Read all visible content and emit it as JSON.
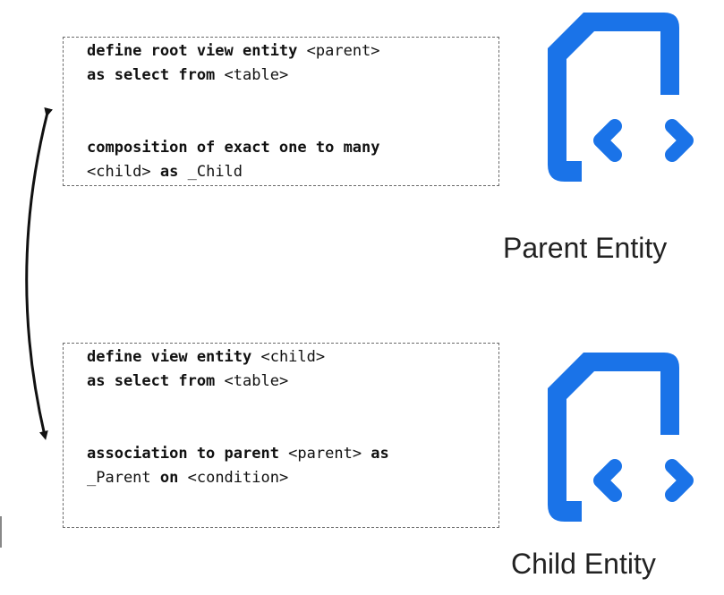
{
  "parent": {
    "code_lines": [
      [
        {
          "t": "define root view entity",
          "k": true
        },
        {
          "t": " <parent>",
          "k": false
        }
      ],
      [
        {
          "t": "as select from",
          "k": true
        },
        {
          "t": " <table>",
          "k": false
        }
      ],
      null,
      null,
      [
        {
          "t": "composition of exact one to many",
          "k": true
        }
      ],
      [
        {
          "t": "<child>",
          "k": false
        },
        {
          "t": " as",
          "k": true
        },
        {
          "t": " _Child",
          "k": false
        }
      ]
    ],
    "label": "Parent Entity",
    "icon": "code-file-icon"
  },
  "child": {
    "code_lines": [
      [
        {
          "t": "define view entity",
          "k": true
        },
        {
          "t": " <child>",
          "k": false
        }
      ],
      [
        {
          "t": "as select from",
          "k": true
        },
        {
          "t": " <table>",
          "k": false
        }
      ],
      null,
      null,
      [
        {
          "t": "association to parent",
          "k": true
        },
        {
          "t": " <parent>",
          "k": false
        },
        {
          "t": " as",
          "k": true
        }
      ],
      [
        {
          "t": "_Parent",
          "k": false
        },
        {
          "t": " on",
          "k": true
        },
        {
          "t": " <condition>",
          "k": false
        }
      ]
    ],
    "label": "Child Entity",
    "icon": "code-file-icon"
  },
  "colors": {
    "icon_blue": "#1a73e8",
    "border": "#6a6a6a",
    "text": "#111111",
    "arrow": "#111111"
  }
}
